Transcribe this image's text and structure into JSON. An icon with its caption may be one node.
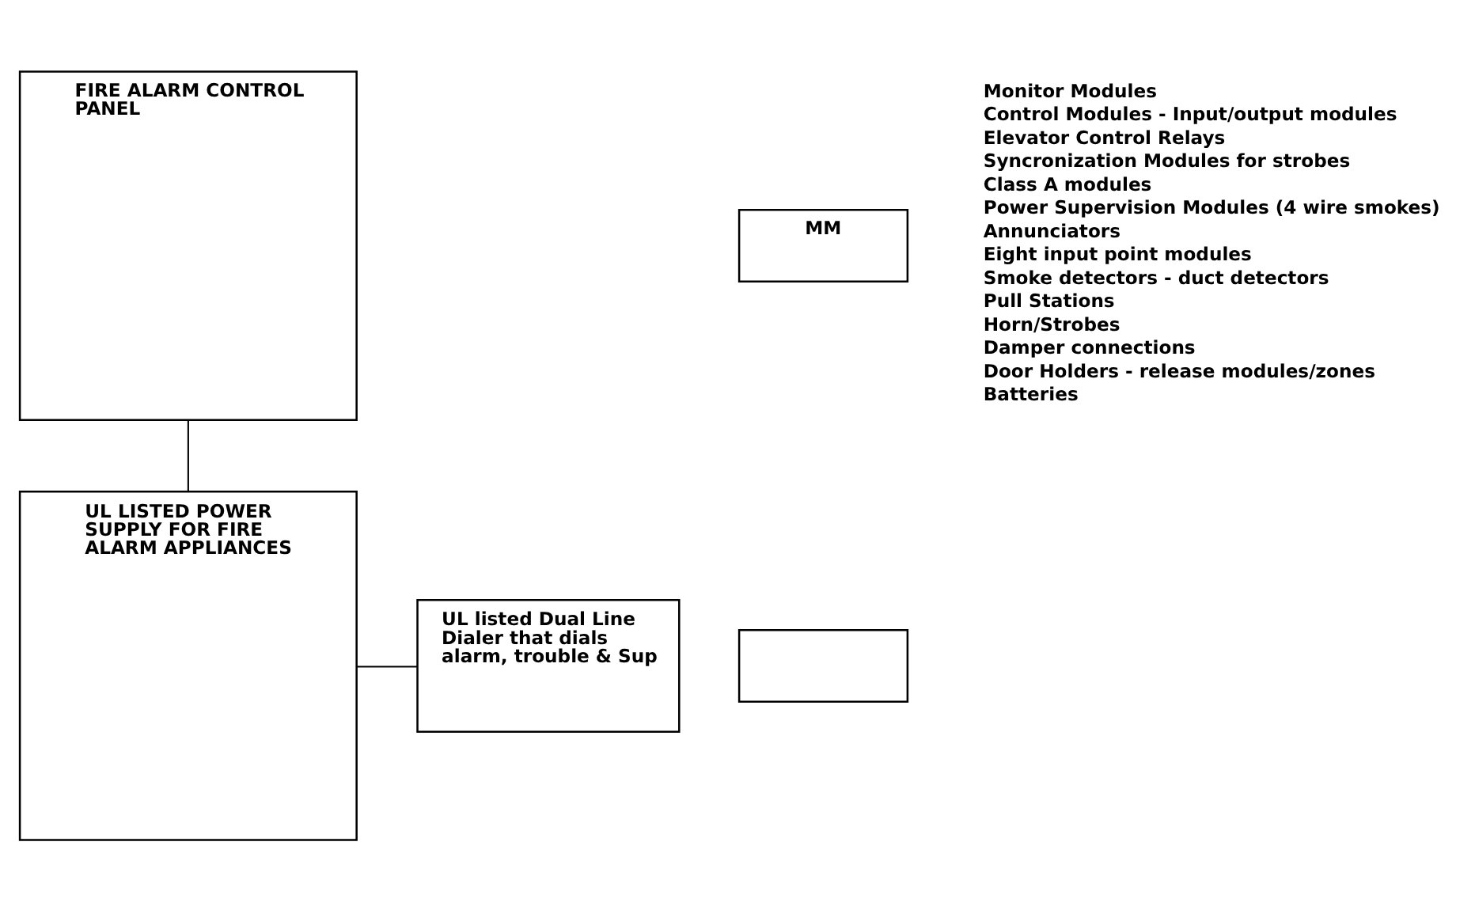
{
  "diagram": {
    "nodes": [
      {
        "text": [
          "FIRE ALARM CONTROL PANEL"
        ]
      },
      {
        "text": [
          "MM"
        ]
      },
      {
        "text": [],
        "shape": "box"
      },
      {
        "text": [
          "UL LISTED POWER SUPPLY FOR FIRE ALARM APPLIANCES"
        ]
      },
      {
        "text": [
          "UL listed Dual Line Dialer that dials alarm, trouble & Sup"
        ]
      }
    ],
    "edges": [
      {
        "from": 0,
        "to": 3,
        "arrow": "none"
      },
      {
        "from": 3,
        "to": 4,
        "arrow": "none"
      }
    ],
    "labels": [
      "Monitor Modules",
      "Control Modules - Input/output modules",
      "Elevator Control Relays",
      "Syncronization Modules for strobes",
      "Class A modules",
      "Power Supervision Modules (4 wire smokes)",
      "Annunciators",
      "Eight input point modules",
      "Smoke detectors - duct detectors",
      "Pull Stations",
      "Horn/Strobes",
      "Damper connections",
      "Door Holders - release modules/zones",
      "Batteries"
    ]
  }
}
